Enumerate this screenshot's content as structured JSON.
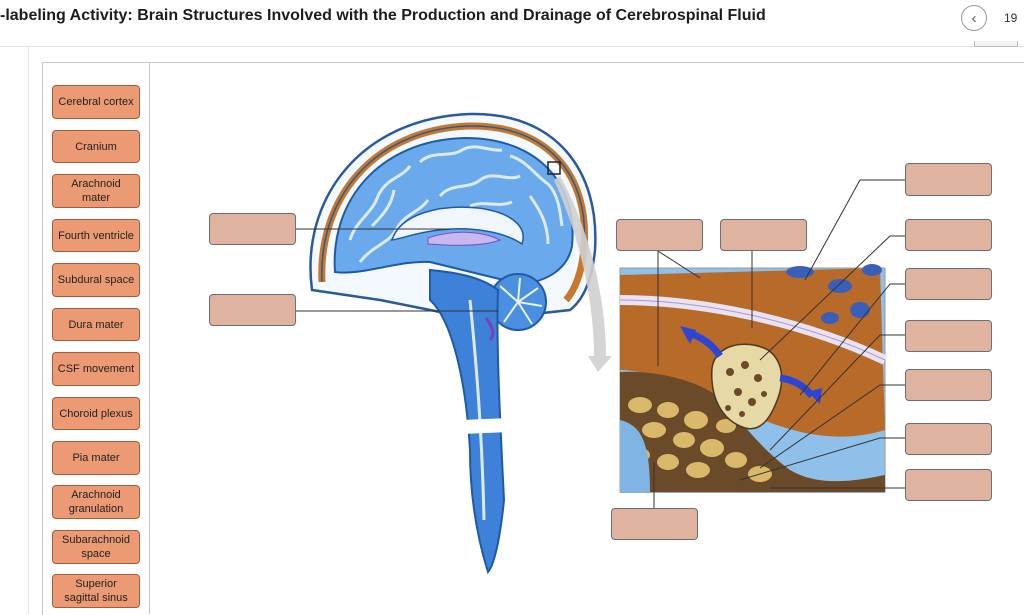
{
  "header": {
    "title": "-labeling Activity: Brain Structures Involved with the Production and Drainage of Cerebrospinal Fluid",
    "page_number": "19",
    "back_icon": "chevron-left-icon"
  },
  "word_bank": [
    {
      "label": "Cerebral cortex"
    },
    {
      "label": "Cranium"
    },
    {
      "label": "Arachnoid mater"
    },
    {
      "label": "Fourth ventricle"
    },
    {
      "label": "Subdural space"
    },
    {
      "label": "Dura mater"
    },
    {
      "label": "CSF movement"
    },
    {
      "label": "Choroid plexus"
    },
    {
      "label": "Pia mater"
    },
    {
      "label": "Arachnoid granulation"
    },
    {
      "label": "Subarachnoid space"
    },
    {
      "label": "Superior sagittal sinus"
    }
  ],
  "colors": {
    "term_fill": "#ec9a73",
    "target_fill": "#e0b2a0",
    "brain_blue": "#4a8fe0",
    "dura_orange": "#c8782a",
    "csf_arrow": "#2d45d6"
  }
}
